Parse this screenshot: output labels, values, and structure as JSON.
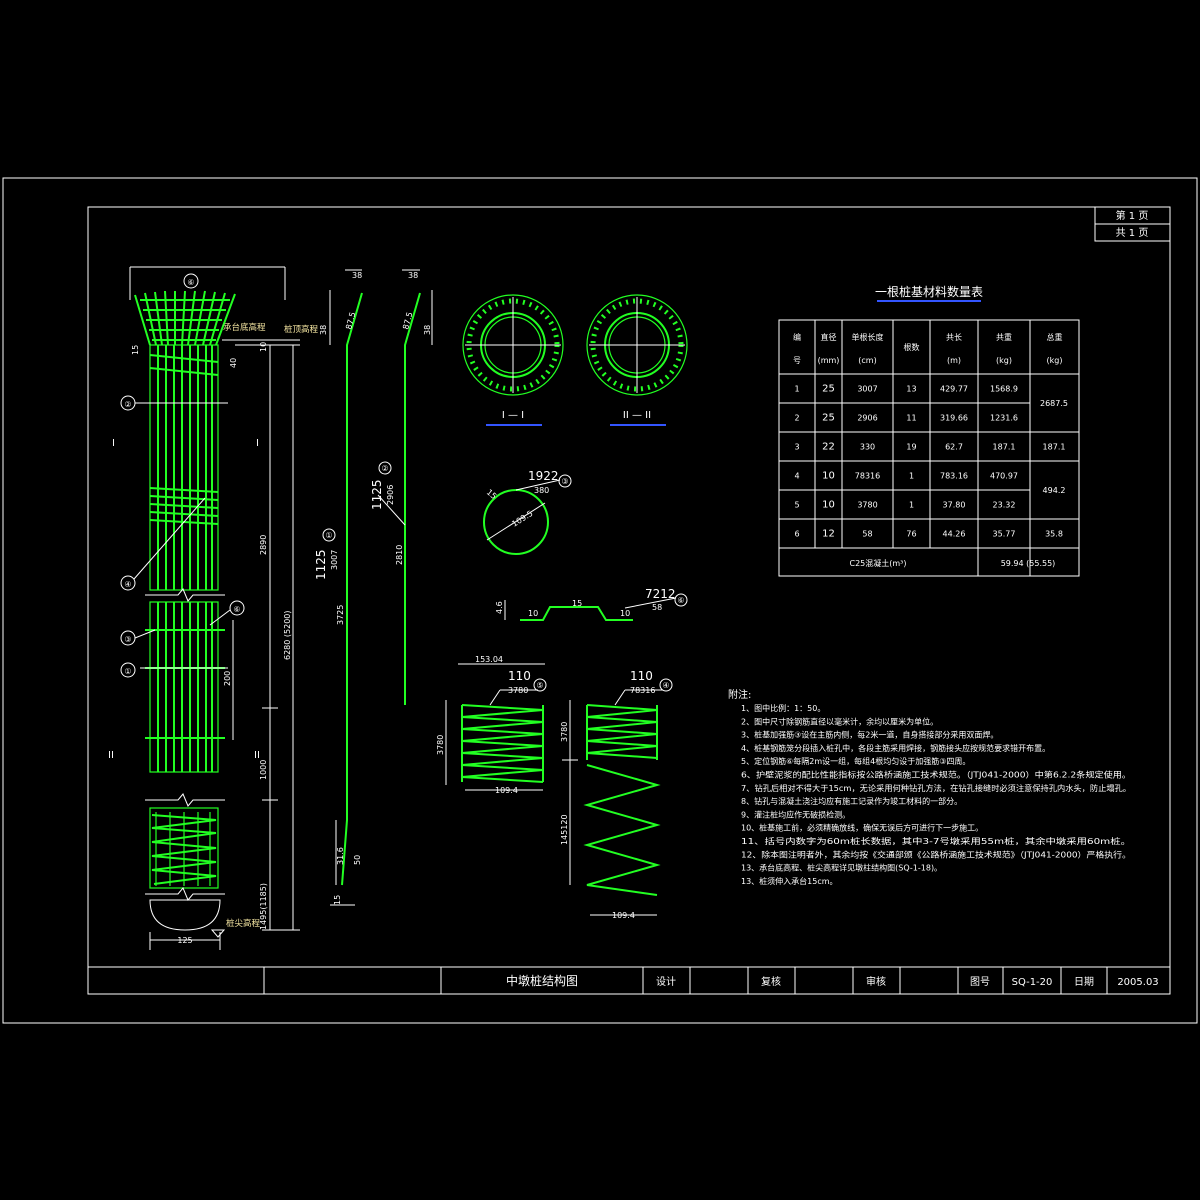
{
  "page": {
    "sheet_no": "第 1 页",
    "sheet_total": "共 1 页"
  },
  "title_block": {
    "drawing_title": "中墩桩结构图",
    "design_label": "设计",
    "review_label": "复核",
    "approve_label": "审核",
    "drawing_no_label": "图号",
    "drawing_no": "SQ-1-20",
    "date_label": "日期",
    "date": "2005.03"
  },
  "elevation": {
    "top_label": "承台底高程",
    "pile_top_label": "桩顶高程",
    "tip_label": "桩尖高程",
    "dim_total": "6280 (5200)",
    "dim_upper": "2890",
    "dim_lower": "1000",
    "dim_bottom": "1495(1185)",
    "dim_200": "200",
    "dim_width": "125",
    "dim_top_offset": "15",
    "dim_40": "40",
    "dim_10": "10",
    "section_I": "I",
    "section_II": "II",
    "callouts": [
      "①",
      "②",
      "③",
      "④",
      "⑤",
      "⑥"
    ]
  },
  "bars": {
    "bar1_len": "1125",
    "bar1_sub": "3007",
    "bar1_mid": "3725",
    "bar1_bend": "87.5",
    "bar1_top": "38",
    "bar1_hook": "38",
    "bar1_bottom": "31.6",
    "bar1_bdim": "50",
    "bar1_end": "15",
    "bar2_len": "1125",
    "bar2_sub": "2906",
    "bar2_mid": "2810",
    "bar2_bend": "87.5",
    "bar2_top": "38",
    "bar2_hook": "38"
  },
  "sections": {
    "sec1": "I — I",
    "sec2": "II — II"
  },
  "ring": {
    "len": "1922",
    "sub": "380",
    "dim": "15",
    "dia": "109.5",
    "num": "③"
  },
  "stirrup": {
    "len": "7212",
    "sub": "58",
    "a": "10",
    "b": "15",
    "c": "10",
    "h": "4.6",
    "num": "⑥"
  },
  "spirals": {
    "s5_len": "110",
    "s5_sub": "3780",
    "s5_width": "153.04",
    "s5_h": "3780",
    "s5_w": "109.4",
    "s5_num": "⑤",
    "s4_len": "110",
    "s4_sub": "78316",
    "s4_h1": "3780",
    "s4_h2": "145120",
    "s4_w": "109.4",
    "s4_num": "④"
  },
  "table": {
    "title": "一根桩基材料数量表",
    "headers": [
      [
        "编",
        "号"
      ],
      [
        "直径",
        "(mm)"
      ],
      [
        "单根长度",
        "(cm)"
      ],
      [
        "根数"
      ],
      [
        "共长",
        "(m)"
      ],
      [
        "共重",
        "(kg)"
      ],
      [
        "总重",
        "(kg)"
      ]
    ],
    "rows": [
      [
        "1",
        "25",
        "3007",
        "13",
        "429.77",
        "1568.9"
      ],
      [
        "2",
        "25",
        "2906",
        "11",
        "319.66",
        "1231.6"
      ],
      [
        "3",
        "22",
        "330",
        "19",
        "62.7",
        "187.1"
      ],
      [
        "4",
        "10",
        "78316",
        "1",
        "783.16",
        "470.97"
      ],
      [
        "5",
        "10",
        "3780",
        "1",
        "37.80",
        "23.32"
      ],
      [
        "6",
        "12",
        "58",
        "76",
        "44.26",
        "35.77"
      ]
    ],
    "totals": [
      "2687.5",
      "187.1",
      "494.2",
      "35.8"
    ],
    "concrete_label": "C25混凝土(m³)",
    "concrete_value": "59.94 (55.55)"
  },
  "notes": {
    "title": "附注:",
    "items": [
      "1、图中比例：1：50。",
      "2、图中尺寸除钢筋直径以毫米计，余均以厘米为单位。",
      "3、桩基加强筋③设在主筋内侧，每2米一道，自身搭接部分采用双面焊。",
      "4、桩基钢筋笼分段插入桩孔中，各段主筋采用焊接，钢筋接头应按规范要求错开布置。",
      "5、定位钢筋⑥每隔2m设一组，每组4根均匀设于加强筋③四周。",
      "6、护壁泥浆的配比性能指标按公路桥涵施工技术规范。（JTJ041-2000）中第6.2.2条规定使用。",
      "7、钻孔后相对不得大于15cm，无论采用何种钻孔方法，在钻孔接缝时必须注意保持孔内水头，防止塌孔。",
      "8、钻孔与混凝土浇注均应有施工记录作为竣工材料的一部分。",
      "9、灌注桩均应作无破损检测。",
      "10、桩基施工前，必须精确放线，确保无误后方可进行下一步施工。",
      "11、括号内数字为60m桩长数据，其中3-7号墩采用55m桩，其余中墩采用60m桩。",
      "12、除本图注明者外，其余均按《交通部颁《公路桥涵施工技术规范》（JTJ041-2000）严格执行。",
      "13、承台底高程、桩尖高程详见墩柱结构图(SQ-1-18)。",
      "13、桩须伸入承台15cm。"
    ]
  }
}
